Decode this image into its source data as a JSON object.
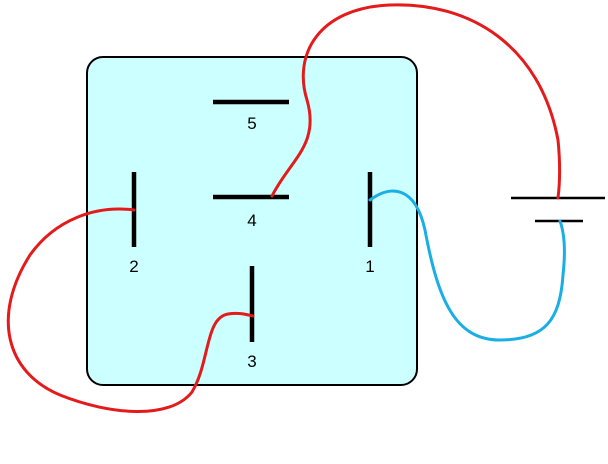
{
  "colors": {
    "background": "#ffffff",
    "relay_fill": "#ccffff",
    "relay_border": "#000000",
    "terminal": "#000000",
    "wire_red": "#e31b1b",
    "wire_blue": "#19aee6",
    "battery": "#000000"
  },
  "terminals": [
    {
      "id": "1",
      "label": "1"
    },
    {
      "id": "2",
      "label": "2"
    },
    {
      "id": "3",
      "label": "3"
    },
    {
      "id": "4",
      "label": "4"
    },
    {
      "id": "5",
      "label": "5"
    }
  ]
}
